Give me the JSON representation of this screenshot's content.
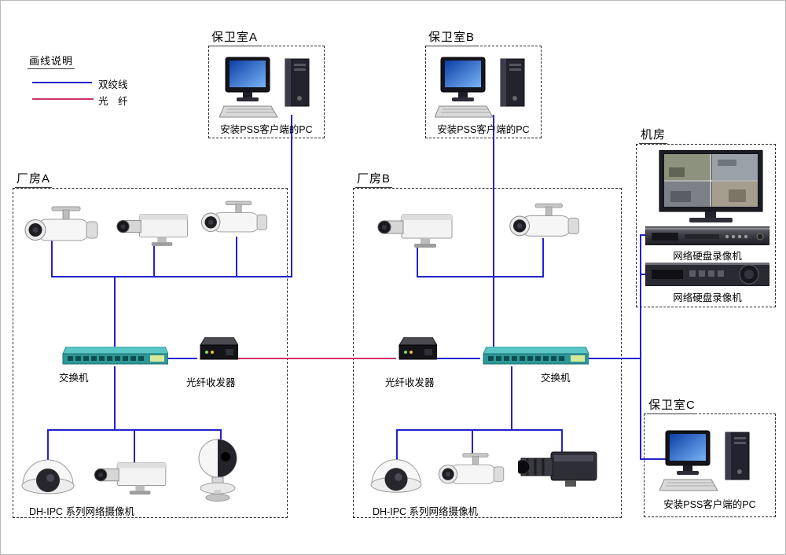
{
  "legend": {
    "title": "画线说明",
    "twisted_pair_label": "双绞线",
    "fiber_label": "光　纤"
  },
  "colors": {
    "twisted_pair": "#2222cc",
    "fiber": "#cc3366"
  },
  "zones": {
    "guard_a": {
      "title": "保卫室A",
      "pc_label": "安装PSS客户端的PC"
    },
    "guard_b": {
      "title": "保卫室B",
      "pc_label": "安装PSS客户端的PC"
    },
    "guard_c": {
      "title": "保卫室C",
      "pc_label": "安装PSS客户端的PC"
    },
    "server_room": {
      "title": "机房",
      "nvr_top_label": "网络硬盘录像机",
      "nvr_bottom_label": "网络硬盘录像机"
    },
    "factory_a": {
      "title": "厂房A",
      "switch_label": "交换机",
      "transceiver_label": "光纤收发器",
      "camera_group_label": "DH-IPC 系列网络摄像机"
    },
    "factory_b": {
      "title": "厂房B",
      "switch_label": "交换机",
      "transceiver_label": "光纤收发器",
      "camera_group_label": "DH-IPC 系列网络摄像机"
    }
  },
  "connections": [
    {
      "from": "保卫室A PC",
      "to": "厂房A 交换机",
      "type": "双绞线"
    },
    {
      "from": "厂房A 网络摄像机(上排×3)",
      "to": "厂房A 交换机",
      "type": "双绞线"
    },
    {
      "from": "厂房A 交换机",
      "to": "厂房A 光纤收发器",
      "type": "双绞线"
    },
    {
      "from": "厂房A 光纤收发器",
      "to": "厂房B 光纤收发器",
      "type": "光纤"
    },
    {
      "from": "厂房B 光纤收发器",
      "to": "厂房B 交换机",
      "type": "双绞线"
    },
    {
      "from": "保卫室B PC",
      "to": "厂房B 交换机",
      "type": "双绞线"
    },
    {
      "from": "厂房B 网络摄像机(上排×2)",
      "to": "厂房B 交换机",
      "type": "双绞线"
    },
    {
      "from": "厂房A 交换机",
      "to": "厂房A DH-IPC 网络摄像机(下排×3)",
      "type": "双绞线"
    },
    {
      "from": "厂房B 交换机",
      "to": "厂房B DH-IPC 网络摄像机(下排×3)",
      "type": "双绞线"
    },
    {
      "from": "厂房B 交换机",
      "to": "机房 网络硬盘录像机×2",
      "type": "双绞线"
    },
    {
      "from": "厂房B 交换机",
      "to": "保卫室C PC",
      "type": "双绞线"
    }
  ]
}
